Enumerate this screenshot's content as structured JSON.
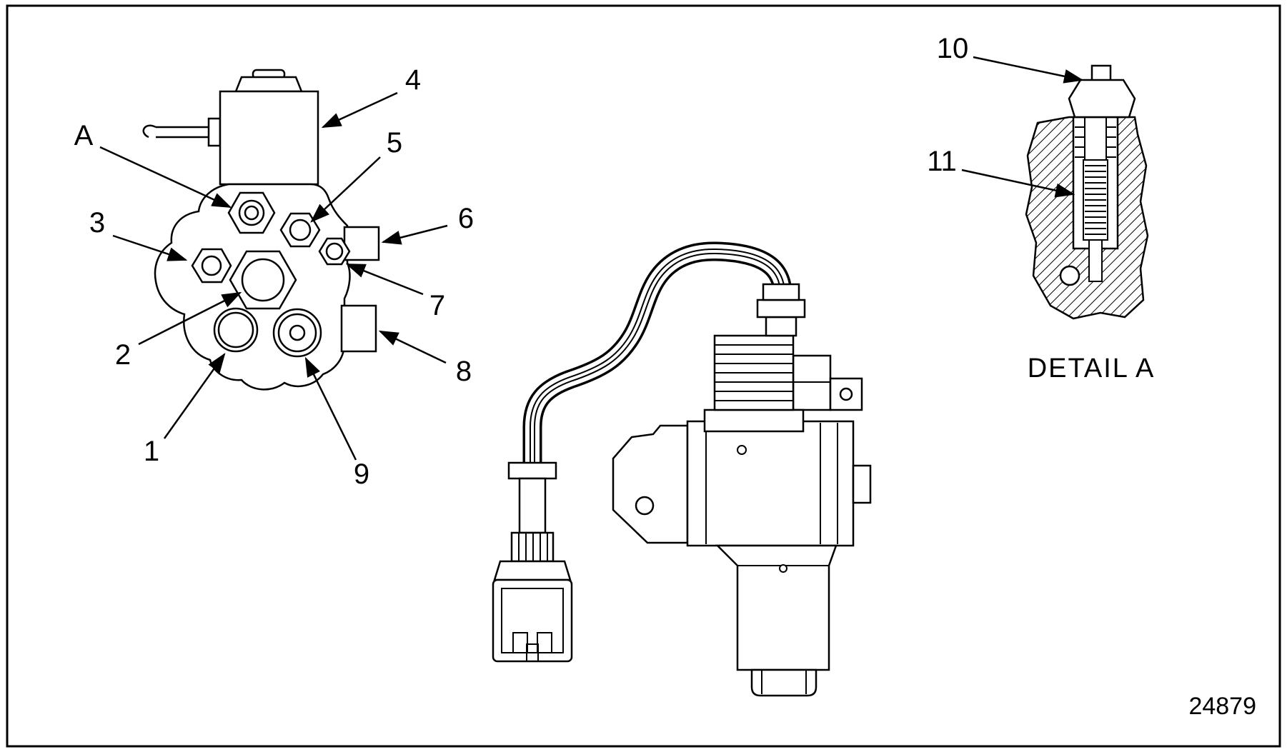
{
  "figure": {
    "number": "24879",
    "detail_caption": "DETAIL A"
  },
  "callouts": {
    "a": "A",
    "n1": "1",
    "n2": "2",
    "n3": "3",
    "n4": "4",
    "n5": "5",
    "n6": "6",
    "n7": "7",
    "n8": "8",
    "n9": "9",
    "n10": "10",
    "n11": "11"
  },
  "colors": {
    "line": "#000000",
    "background": "#ffffff"
  }
}
